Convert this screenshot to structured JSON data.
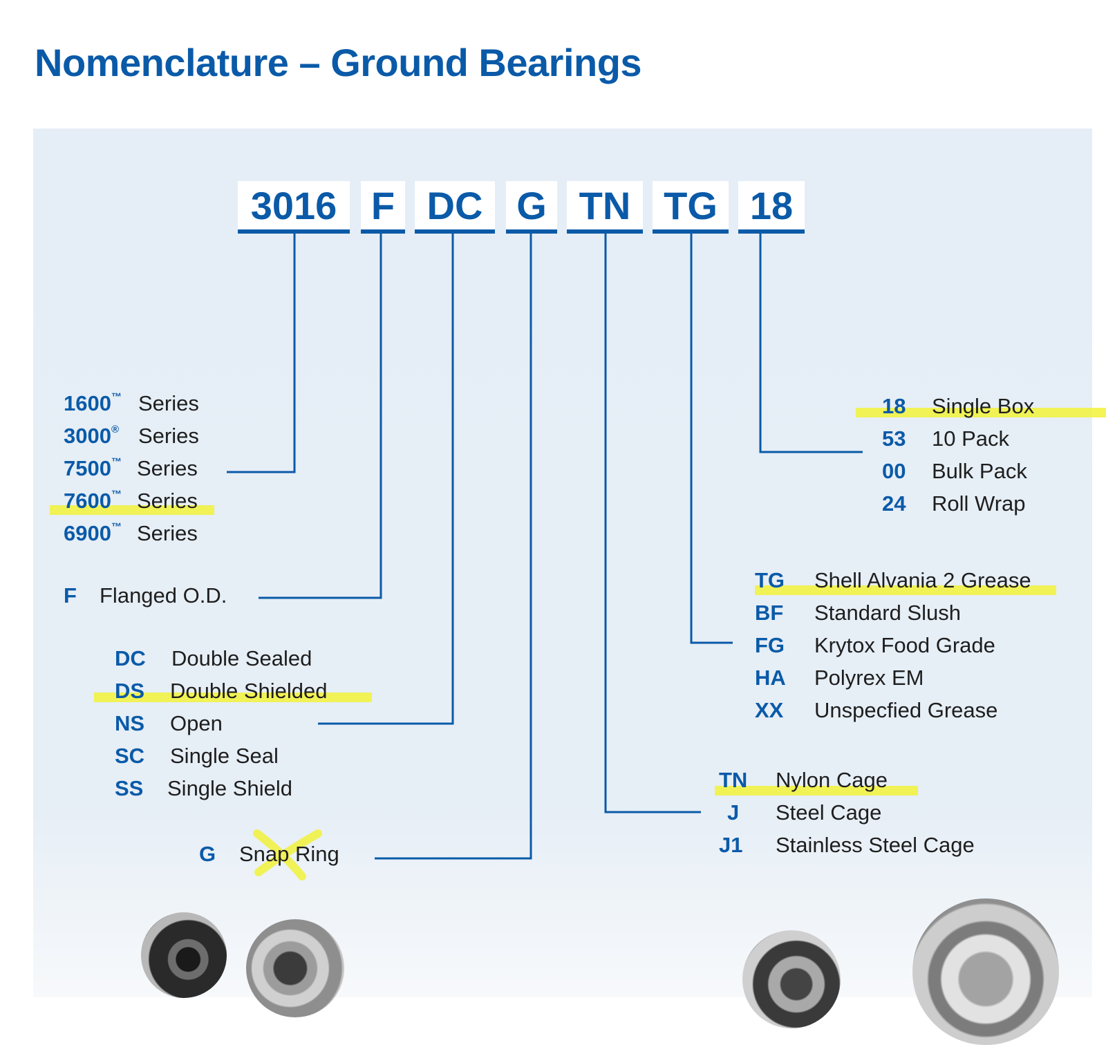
{
  "title": "Nomenclature – Ground Bearings",
  "codes": [
    "3016",
    "F",
    "DC",
    "G",
    "TN",
    "TG",
    "18"
  ],
  "series": {
    "items": [
      {
        "code": "1600",
        "mark": "™",
        "label": "Series"
      },
      {
        "code": "3000",
        "mark": "®",
        "label": "Series"
      },
      {
        "code": "7500",
        "mark": "™",
        "label": "Series"
      },
      {
        "code": "7600",
        "mark": "™",
        "label": "Series"
      },
      {
        "code": "6900",
        "mark": "™",
        "label": "Series"
      }
    ]
  },
  "flange": {
    "code": "F",
    "label": "Flanged O.D."
  },
  "seals": {
    "items": [
      {
        "code": "DC",
        "label": "Double Sealed"
      },
      {
        "code": "DS",
        "label": "Double Shielded"
      },
      {
        "code": "NS",
        "label": "Open"
      },
      {
        "code": "SC",
        "label": "Single Seal"
      },
      {
        "code": "SS",
        "label": "Single Shield"
      }
    ]
  },
  "snap": {
    "code": "G",
    "label": "Snap Ring"
  },
  "cages": {
    "items": [
      {
        "code": "TN",
        "label": "Nylon Cage"
      },
      {
        "code": "J",
        "label": "Steel Cage"
      },
      {
        "code": "J1",
        "label": "Stainless Steel Cage"
      }
    ]
  },
  "greases": {
    "items": [
      {
        "code": "TG",
        "label": "Shell Alvania 2 Grease"
      },
      {
        "code": "BF",
        "label": "Standard Slush"
      },
      {
        "code": "FG",
        "label": "Krytox Food Grade"
      },
      {
        "code": "HA",
        "label": "Polyrex EM"
      },
      {
        "code": "XX",
        "label": "Unspecfied Grease"
      }
    ]
  },
  "packaging": {
    "items": [
      {
        "code": "18",
        "label": "Single Box"
      },
      {
        "code": "53",
        "label": "10 Pack"
      },
      {
        "code": "00",
        "label": "Bulk Pack"
      },
      {
        "code": "24",
        "label": "Roll Wrap"
      }
    ]
  },
  "colors": {
    "brand_blue": "#0a5aa8",
    "text": "#1e1e1e",
    "highlight": "#f2f23a",
    "panel": "#e5eef6"
  }
}
